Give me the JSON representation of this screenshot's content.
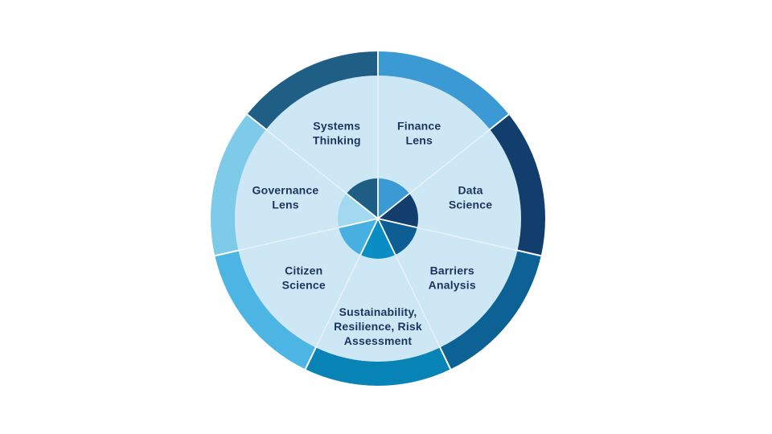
{
  "diagram": {
    "name": "methods-wheel",
    "background_color": "#ffffff",
    "inner_disc_color": "#cee7f5",
    "divider_color": "#ffffff",
    "label_color": "#1a355e",
    "segments": [
      {
        "id": "finance-lens",
        "label_lines": [
          "Finance",
          "Lens"
        ],
        "ring_color": "#3b99d3",
        "pie_color": "#3b99d3"
      },
      {
        "id": "data-science",
        "label_lines": [
          "Data",
          "Science"
        ],
        "ring_color": "#123e6e",
        "pie_color": "#113e6d"
      },
      {
        "id": "barriers-analysis",
        "label_lines": [
          "Barriers",
          "Analysis"
        ],
        "ring_color": "#0c6195",
        "pie_color": "#0c5e93"
      },
      {
        "id": "sustainability-resilience-risk-assessment",
        "label_lines": [
          "Sustainability,",
          "Resilience, Risk",
          "Assessment"
        ],
        "ring_color": "#0883b6",
        "pie_color": "#0a8dc3"
      },
      {
        "id": "citizen-science",
        "label_lines": [
          "Citizen",
          "Science"
        ],
        "ring_color": "#4db5e3",
        "pie_color": "#47b0e0"
      },
      {
        "id": "governance-lens",
        "label_lines": [
          "Governance",
          "Lens"
        ],
        "ring_color": "#7ecae9",
        "pie_color": "#a2d8f0"
      },
      {
        "id": "systems-thinking",
        "label_lines": [
          "Systems",
          "Thinking"
        ],
        "ring_color": "#1f5f85",
        "pie_color": "#1e5d84"
      }
    ]
  }
}
